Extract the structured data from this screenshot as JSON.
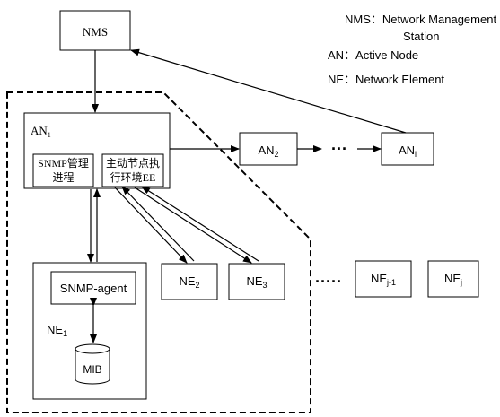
{
  "legend": {
    "line1": "NMS：Network Management",
    "line2": "Station",
    "line3": "AN：Active Node",
    "line4": "NE：Network Element"
  },
  "nodes": {
    "nms": "NMS",
    "an1": {
      "base": "AN",
      "sub": "1"
    },
    "snmp_process": {
      "line1": "SNMP管理",
      "line2": "进程"
    },
    "active_env": {
      "line1": "主动节点执",
      "line2": "行环境EE"
    },
    "an2": {
      "base": "AN",
      "sub": "2"
    },
    "ellipsis_an": "···",
    "ani": {
      "base": "AN",
      "sub": "i"
    },
    "ne1": {
      "base": "NE",
      "sub": "1"
    },
    "snmp_agent": "SNMP-agent",
    "mib": "MIB",
    "ne2": {
      "base": "NE",
      "sub": "2"
    },
    "ne3": {
      "base": "NE",
      "sub": "3"
    },
    "ellipsis_ne": "·····",
    "nej1": {
      "base": "NE",
      "sub": "j-1"
    },
    "nej": {
      "base": "NE",
      "sub": "j"
    }
  }
}
